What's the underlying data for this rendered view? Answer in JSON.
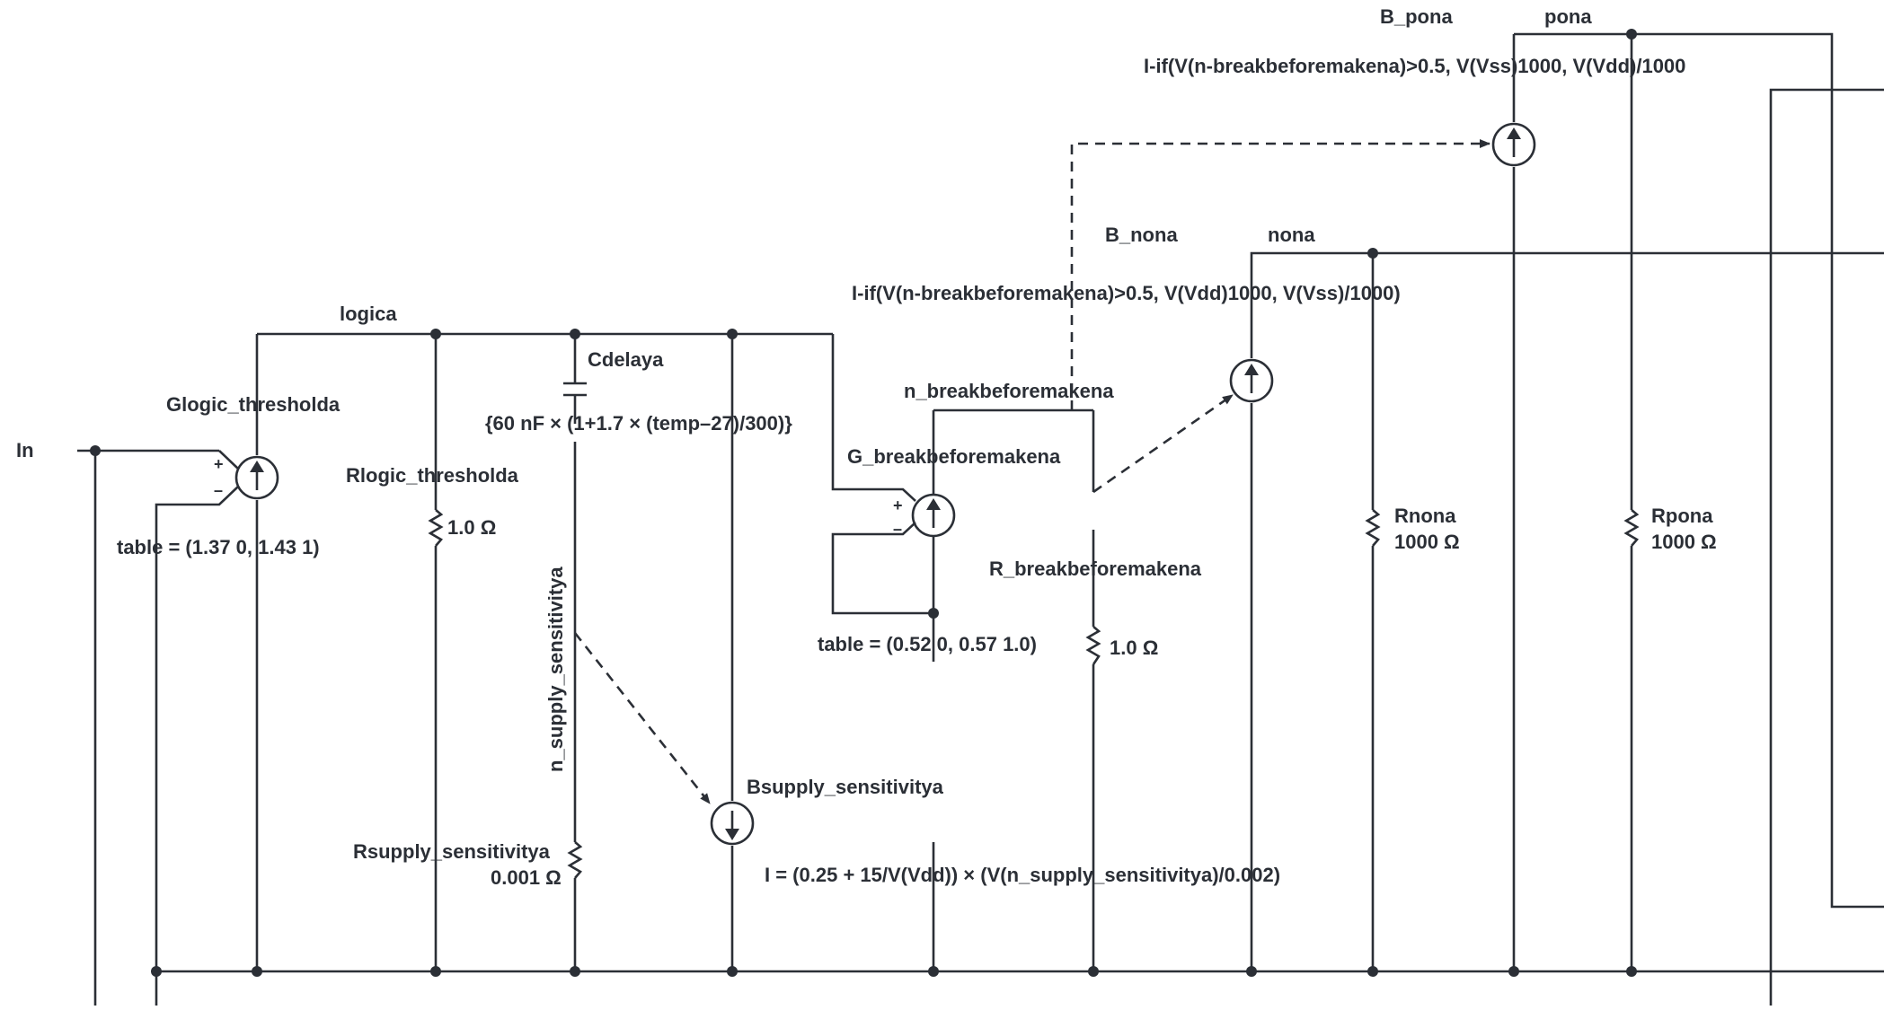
{
  "labels": {
    "input": "In",
    "glogic_name": "Glogic_thresholda",
    "glogic_table": "table = (1.37 0, 1.43 1)",
    "logic_node": "logica",
    "rlogic_name": "Rlogic_thresholda",
    "rlogic_value": "1.0 Ω",
    "cdelay_name": "Cdelaya",
    "cdelay_value": "{60 nF × (1+1.7 × (temp–27)/300)}",
    "n_supply_node": "n_supply_sensitivitya",
    "rsupply_name": "Rsupply_sensitivitya",
    "rsupply_value": "0.001 Ω",
    "bsupply_name": "Bsupply_sensitivitya",
    "bsupply_expr": "I = (0.25 + 15/V(Vdd)) × (V(n_supply_sensitivitya)/0.002)",
    "gbreak_name": "G_breakbeforemakena",
    "gbreak_table": "table = (0.52 0, 0.57 1.0)",
    "n_break_node": "n_breakbeforemakena",
    "rbreak_name": "R_breakbeforemakena",
    "rbreak_value": "1.0 Ω",
    "bnon_name": "B_nona",
    "non_node": "nona",
    "bnon_expr": "I-if(V(n-breakbeforemakena)>0.5, V(Vdd)1000, V(Vss)/1000)",
    "rnon_name": "Rnona",
    "rnon_value": "1000 Ω",
    "bpon_name": "B_pona",
    "pon_node": "pona",
    "bpon_expr": "I-if(V(n-breakbeforemakena)>0.5, V(Vss)1000, V(Vdd)/1000",
    "rpon_name": "Rpona",
    "rpon_value": "1000 Ω",
    "plus": "+",
    "minus": "–"
  }
}
